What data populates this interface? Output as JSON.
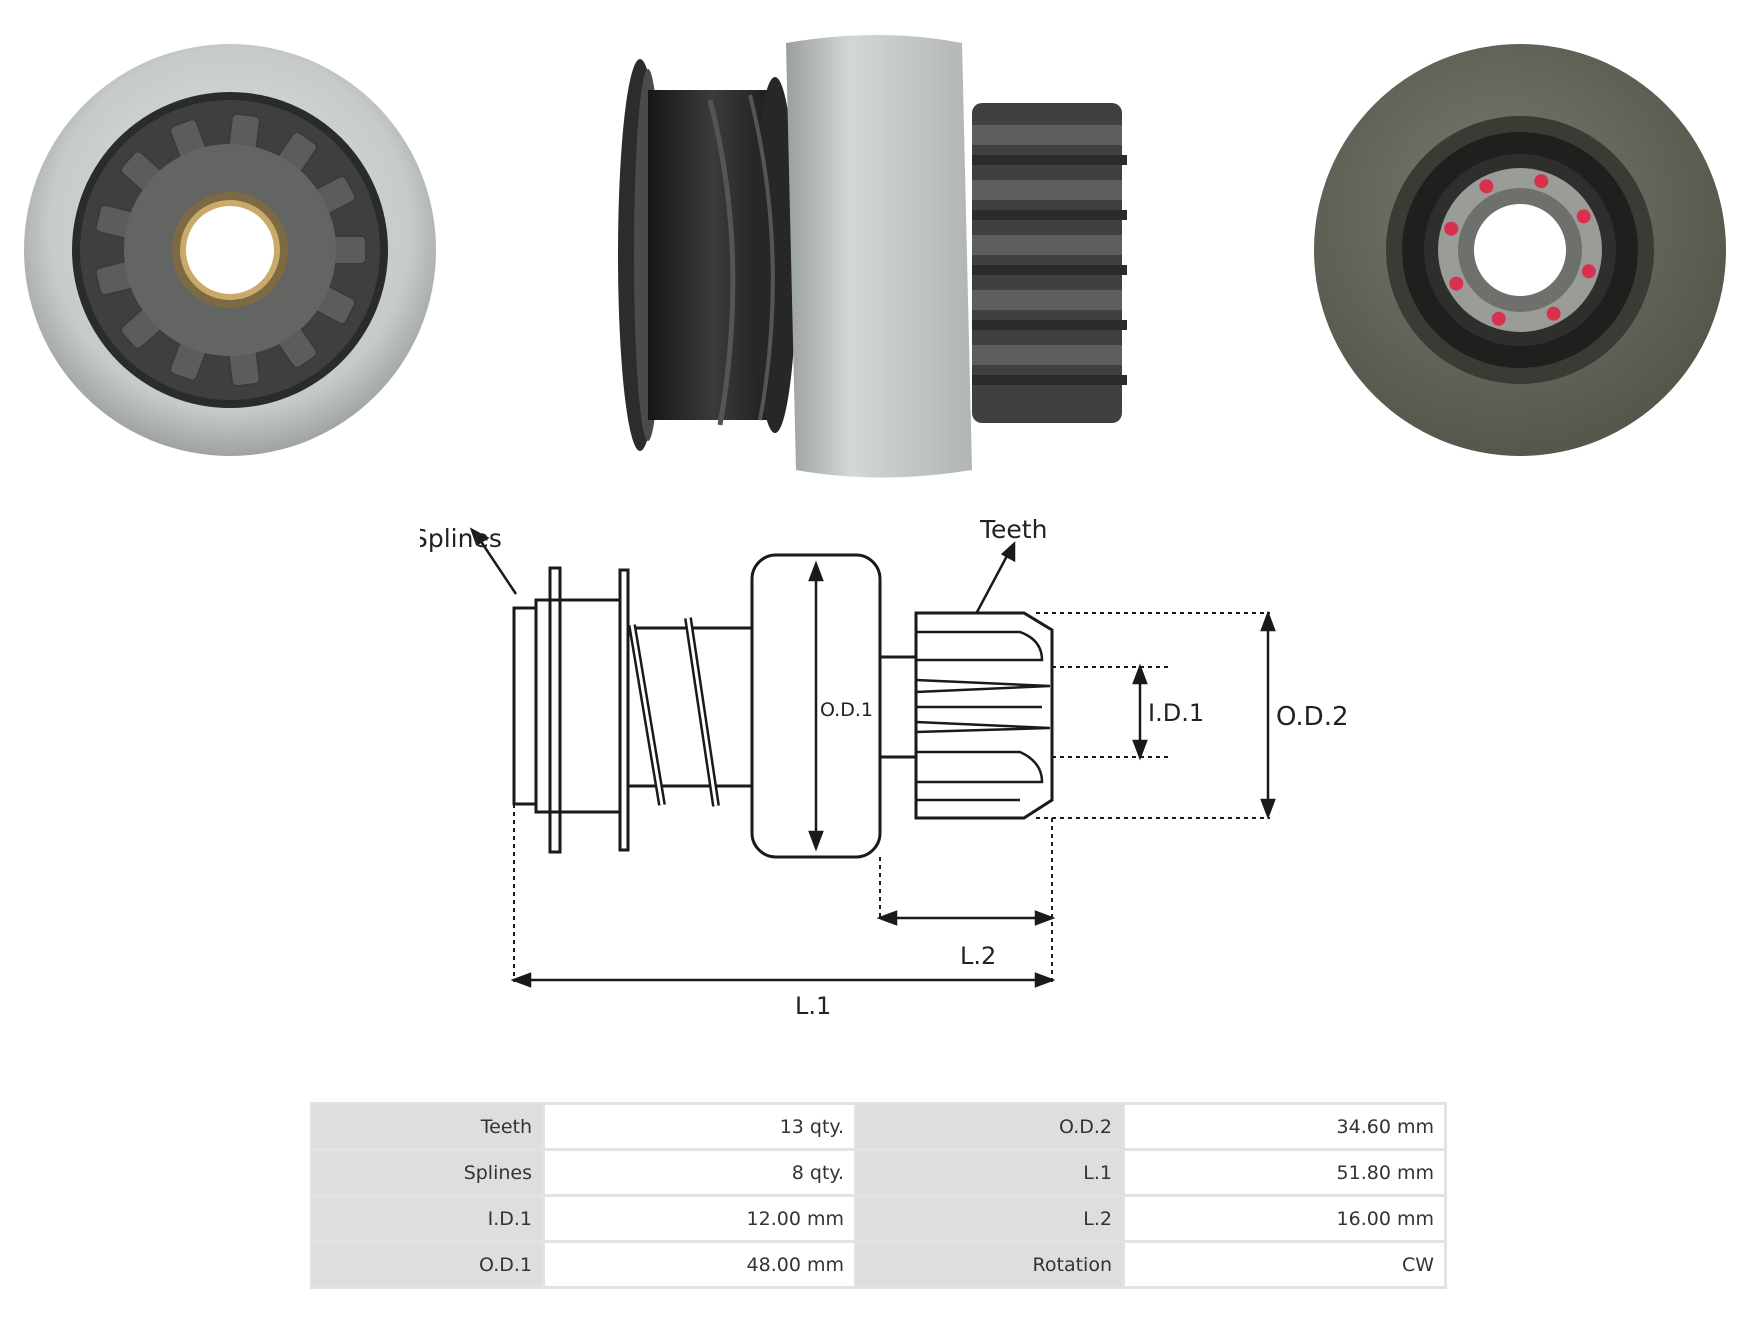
{
  "diagram": {
    "labels": {
      "splines": "Splines",
      "teeth": "Teeth",
      "od1": "O.D.1",
      "id1": "I.D.1",
      "od2": "O.D.2",
      "l1": "L.1",
      "l2": "L.2"
    }
  },
  "specs": {
    "rows": [
      {
        "k1": "Teeth",
        "v1": "13 qty.",
        "k2": "O.D.2",
        "v2": "34.60 mm"
      },
      {
        "k1": "Splines",
        "v1": "8 qty.",
        "k2": "L.1",
        "v2": "51.80 mm"
      },
      {
        "k1": "I.D.1",
        "v1": "12.00 mm",
        "k2": "L.2",
        "v2": "16.00 mm"
      },
      {
        "k1": "O.D.1",
        "v1": "48.00 mm",
        "k2": "Rotation",
        "v2": "CW"
      }
    ]
  },
  "colors": {
    "metal_grey": "#c7ccc8",
    "gear_dark": "#4a4d4a",
    "ring_black": "#1e1f1e",
    "flange_olive": "#6b6c60",
    "seal_red": "#d9304e"
  }
}
